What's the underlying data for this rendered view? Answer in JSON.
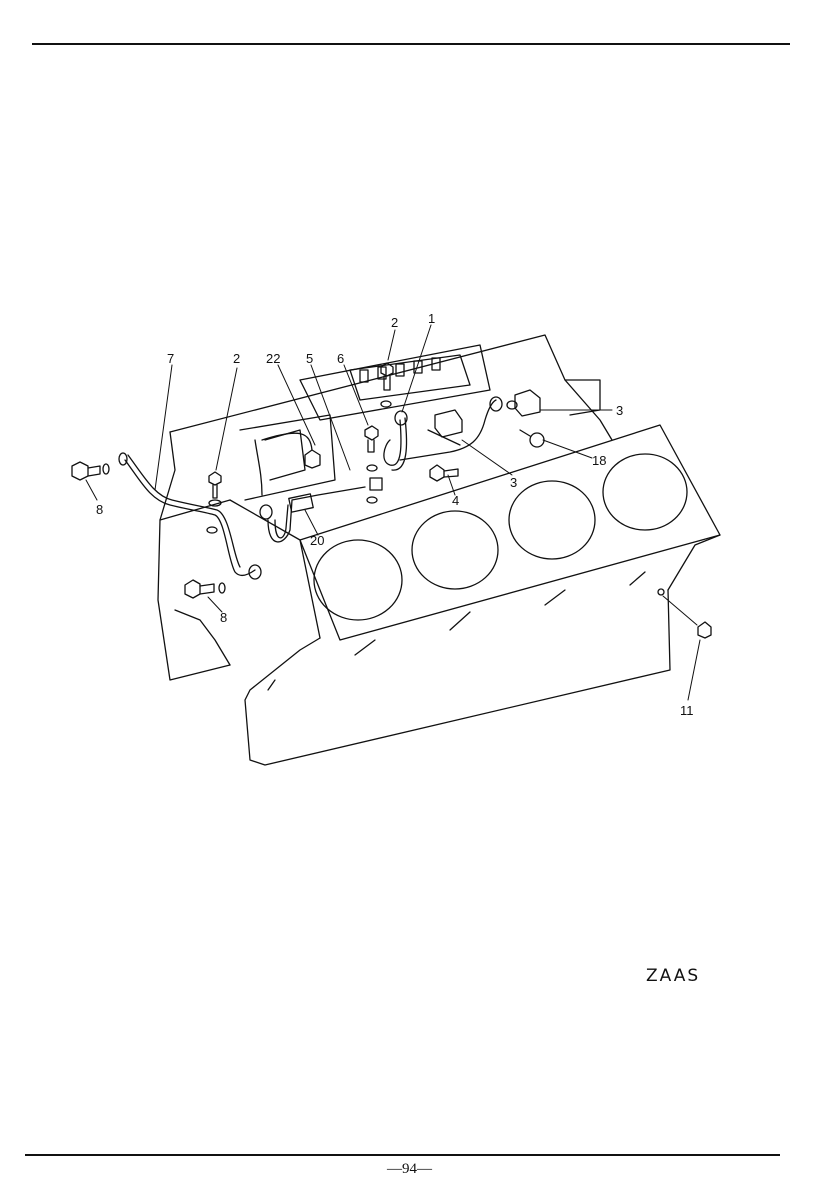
{
  "diagram": {
    "callouts": {
      "c1": "1",
      "c2a": "2",
      "c2b": "2",
      "c3a": "3",
      "c3b": "3",
      "c4": "4",
      "c5": "5",
      "c6": "6",
      "c7": "7",
      "c8a": "8",
      "c8b": "8",
      "c11": "11",
      "c18": "18",
      "c20": "20",
      "c22": "22"
    }
  },
  "footer": {
    "model_code": "ZAAS",
    "page_number": "—94—"
  }
}
